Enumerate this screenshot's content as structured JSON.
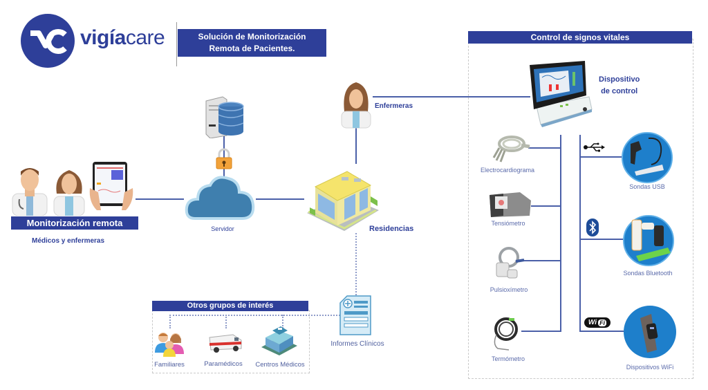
{
  "brand": {
    "name_part1": "vigía",
    "name_part2": "care",
    "logo_initials": "VC",
    "color_primary": "#2E3F99"
  },
  "header": {
    "title_line1": "Solución de Monitorización",
    "title_line2": "Remota de Pacientes."
  },
  "remote": {
    "banner": "Monitorización remota",
    "caption": "Médicos y enfermeras"
  },
  "server": {
    "label": "Servidor"
  },
  "nurses": {
    "label": "Enfermeras"
  },
  "residences": {
    "label": "Residencias"
  },
  "reports": {
    "label": "Informes Clínicos"
  },
  "other_groups": {
    "banner": "Otros grupos de interés",
    "items": [
      {
        "label": "Familiares",
        "icon": "family-icon"
      },
      {
        "label": "Paramédicos",
        "icon": "ambulance-icon"
      },
      {
        "label": "Centros Médicos",
        "icon": "hospital-icon"
      }
    ]
  },
  "vitals": {
    "banner": "Control de signos vitales",
    "control_device": {
      "line1": "Dispositivo",
      "line2": "de control"
    },
    "wired_devices": [
      {
        "label": "Electrocardiograma",
        "icon": "ecg-cable-icon"
      },
      {
        "label": "Tensiómetro",
        "icon": "blood-pressure-cuff-icon"
      },
      {
        "label": "Pulsioxímetro",
        "icon": "pulse-oximeter-icon"
      },
      {
        "label": "Termómetro",
        "icon": "thermometer-probe-icon"
      }
    ],
    "wireless_devices": [
      {
        "label": "Sondas USB",
        "connector": "usb-icon",
        "connector_text": ""
      },
      {
        "label": "Sondas Bluetooth",
        "connector": "bluetooth-icon",
        "connector_text": ""
      },
      {
        "label": "Dispositivos WiFi",
        "connector": "wifi-icon",
        "connector_text_1": "Wi",
        "connector_text_2": "Fi"
      }
    ]
  }
}
